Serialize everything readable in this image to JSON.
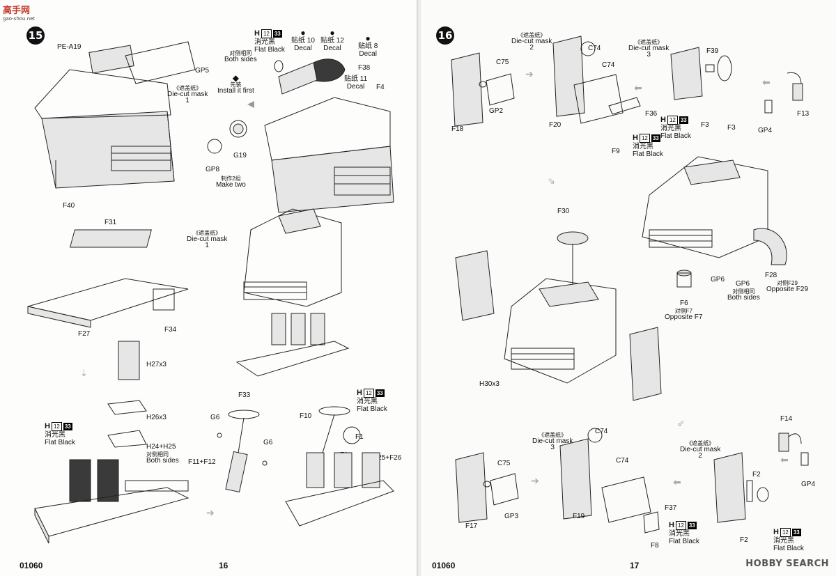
{
  "watermark": {
    "site_logo_text": "高手网",
    "site_url": "gao-shou.net",
    "search_logo": "HOBBY SEARCH"
  },
  "left_page": {
    "step": "15",
    "page_number": "16",
    "kit_number": "01060",
    "labels": {
      "pe_a19": "PE-A19",
      "gp5": "GP5",
      "mask_cn": "《遮盖纸》",
      "mask_en": "Die-cut mask",
      "mask_num": "1",
      "both_cn": "对侧相同",
      "both_en": "Both sides",
      "first_cn": "先装",
      "first_en": "Install it first",
      "g19": "G19",
      "gp8": "GP8",
      "make_two_cn": "制作2组",
      "make_two_en": "Make two",
      "f40": "F40",
      "f38": "F38",
      "f4": "F4",
      "decal_cn": "贴纸",
      "decal_en": "Decal",
      "decal_10": "10",
      "decal_12": "12",
      "decal_8": "8",
      "decal_11": "11",
      "h": "H",
      "h12": "12",
      "h33": "33",
      "flat_black_cn": "消光黑",
      "flat_black_en": "Flat Black",
      "f31": "F31",
      "f27": "F27",
      "f34": "F34",
      "mask2_cn": "《遮盖纸》",
      "mask2_en": "Die-cut mask",
      "mask2_num": "1",
      "h27": "H27x3",
      "h26": "H26x3",
      "h24": "H24+H25",
      "h24_cn": "对侧相同",
      "h24_en": "Both sides",
      "f33": "F33",
      "g6a": "G6",
      "g6b": "G6",
      "f11": "F11+F12",
      "f10": "F10",
      "f1a": "F1",
      "f1b": "F1",
      "f25": "F25+F26"
    }
  },
  "right_page": {
    "step": "16",
    "page_number": "17",
    "kit_number": "01060",
    "labels": {
      "mask_cn": "《遮盖纸》",
      "mask_en": "Die-cut mask",
      "mask2": "2",
      "mask3": "3",
      "c75": "C75",
      "c74": "C74",
      "gp2": "GP2",
      "f18": "F18",
      "f20": "F20",
      "f36": "F36",
      "f9": "F9",
      "f39": "F39",
      "f3a": "F3",
      "f3b": "F3",
      "f13": "F13",
      "gp4": "GP4",
      "h": "H",
      "h12": "12",
      "h33": "33",
      "flat_black_cn": "消光黑",
      "flat_black_en": "Flat Black",
      "f30": "F30",
      "h30": "H30x3",
      "gp6a": "GP6",
      "gp6b": "GP6",
      "gp6_cn": "对侧相同",
      "gp6_en": "Both sides",
      "f28": "F28",
      "f28_cn": "对侧F29",
      "f28_en": "Opposite F29",
      "f6": "F6",
      "f6_cn": "对侧F7",
      "f6_en": "Opposite F7",
      "c75b": "C75",
      "gp3": "GP3",
      "f17": "F17",
      "c74b": "C74",
      "f19": "F19",
      "f37": "F37",
      "f8": "F8",
      "f14": "F14",
      "gp4b": "GP4",
      "f2a": "F2",
      "f2b": "F2"
    }
  }
}
